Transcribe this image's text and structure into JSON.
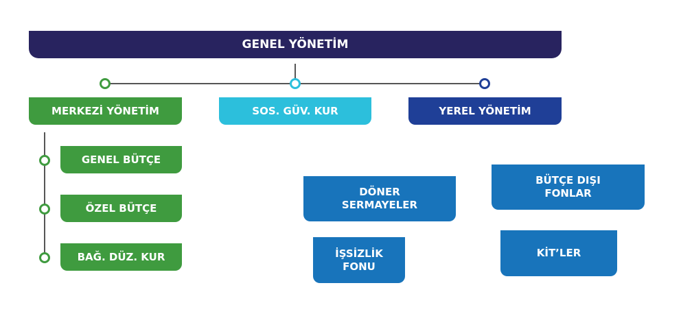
{
  "root": {
    "label": "GENEL YÖNETİM"
  },
  "level1": [
    {
      "label": "MERKEZİ YÖNETİM",
      "color": "#3f9b3f"
    },
    {
      "label": "SOS. GÜV. KUR",
      "color": "#2cbfdc"
    },
    {
      "label": "YEREL YÖNETİM",
      "color": "#1f3f97"
    }
  ],
  "merkezi_children": [
    {
      "label": "GENEL BÜTÇE"
    },
    {
      "label": "ÖZEL BÜTÇE"
    },
    {
      "label": "BAĞ. DÜZ. KUR"
    }
  ],
  "other": [
    {
      "label": "DÖNER SERMAYELER"
    },
    {
      "label": "BÜTÇE DIŞI FONLAR"
    },
    {
      "label": "İŞSİZLİK FONU"
    },
    {
      "label": "KİT’LER"
    }
  ],
  "colors": {
    "root": "#28235f",
    "green": "#3f9b3f",
    "blue": "#1874bb"
  }
}
